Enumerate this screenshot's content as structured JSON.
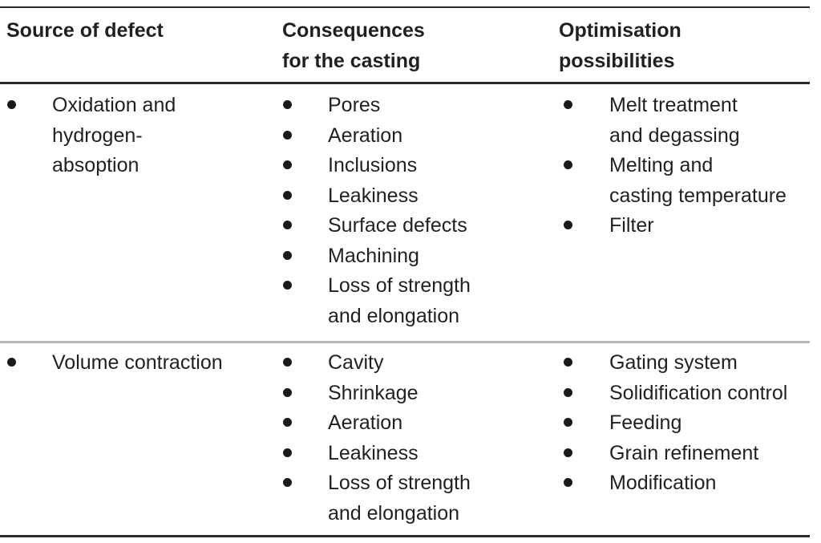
{
  "header": {
    "col1": "Source of defect",
    "col2": "Consequences\nfor the casting",
    "col3": "Optimisation\npossibilities"
  },
  "rows": [
    {
      "source": [
        "Oxidation and\nhydrogen-\nabsoption"
      ],
      "consequences": [
        "Pores",
        "Aeration",
        "Inclusions",
        "Leakiness",
        "Surface defects",
        "Machining",
        "Loss of strength\nand elongation"
      ],
      "optimisation": [
        "Melt treatment\nand degassing",
        "Melting and\ncasting temperature",
        "Filter"
      ]
    },
    {
      "source": [
        "Volume contraction"
      ],
      "consequences": [
        "Cavity",
        "Shrinkage",
        "Aeration",
        "Leakiness",
        "Loss of strength\nand elongation"
      ],
      "optimisation": [
        "Gating system",
        "Solidification control",
        "Feeding",
        "Grain refinement",
        "Modification"
      ]
    }
  ]
}
